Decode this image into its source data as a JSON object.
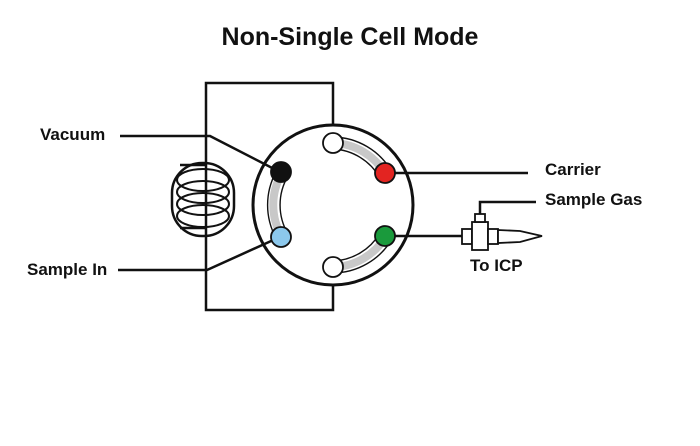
{
  "title": "Non-Single Cell Mode",
  "labels": {
    "vacuum": "Vacuum",
    "sample_in": "Sample In",
    "carrier": "Carrier",
    "sample_gas": "Sample Gas",
    "to_icp": "To ICP"
  },
  "port_colors": {
    "vacuum": "#111111",
    "sample_in": "#8cc8ec",
    "carrier": "#e32421",
    "to_icp": "#1a9a3c",
    "loop_top": "#ffffff",
    "loop_bottom": "#ffffff"
  }
}
